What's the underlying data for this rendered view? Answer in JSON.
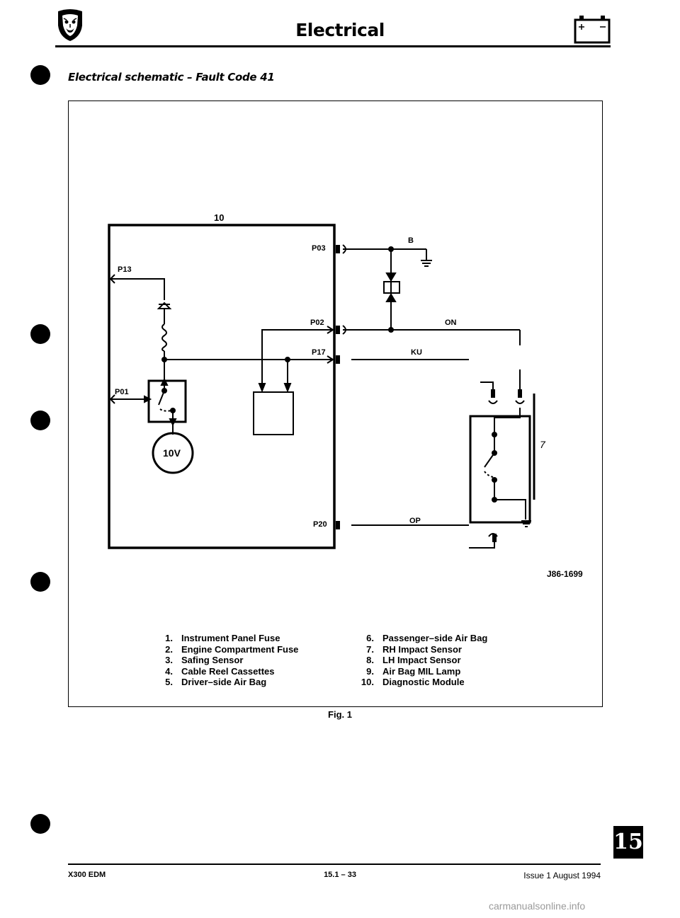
{
  "header": {
    "title": "Electrical"
  },
  "section": {
    "title": "Electrical schematic  –  Fault Code 41"
  },
  "diagram": {
    "labels": {
      "module_number": "10",
      "p03": "P03",
      "p13": "P13",
      "p02": "P02",
      "p17": "P17",
      "p01": "P01",
      "p20": "P20",
      "voltage": "10V",
      "b": "B",
      "on": "ON",
      "ku": "KU",
      "op": "OP",
      "seven": "7",
      "ref": "J86-1699"
    },
    "legend_left": [
      {
        "num": "1.",
        "text": "Instrument Panel Fuse"
      },
      {
        "num": "2.",
        "text": "Engine Compartment Fuse"
      },
      {
        "num": "3.",
        "text": "Safing Sensor"
      },
      {
        "num": "4.",
        "text": "Cable Reel Cassettes"
      },
      {
        "num": "5.",
        "text": "Driver–side Air Bag"
      }
    ],
    "legend_right": [
      {
        "num": "6.",
        "text": "Passenger–side Air Bag"
      },
      {
        "num": "7.",
        "text": "RH Impact Sensor"
      },
      {
        "num": "8.",
        "text": "LH Impact Sensor"
      },
      {
        "num": "9.",
        "text": "Air Bag MIL Lamp"
      },
      {
        "num": "10.",
        "text": "Diagnostic Module"
      }
    ],
    "caption": "Fig. 1"
  },
  "footer": {
    "left": "X300 EDM",
    "center": "15.1 – 33",
    "right": "Issue 1 August 1994",
    "tab": "15"
  },
  "watermark": "carmanualsonline.info"
}
